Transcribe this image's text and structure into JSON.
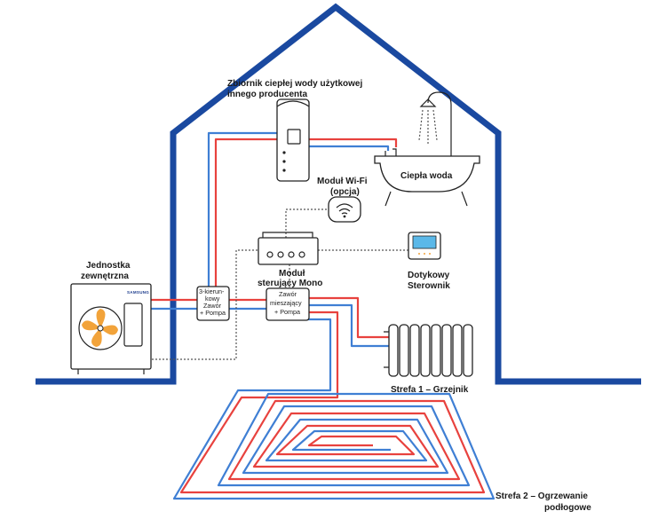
{
  "labels": {
    "tank_line1": "Zbiornik ciepłej wody użytkowej",
    "tank_line2": "innego producenta",
    "bath": "Ciepła woda",
    "wifi_line1": "Moduł Wi-Fi",
    "wifi_line2": "(opcja)",
    "outdoor_line1": "Jednostka",
    "outdoor_line2": "zewnętrzna",
    "brand": "SAMSUNG",
    "valve3_line1": "3-kierun-",
    "valve3_line2": "kowy",
    "valve3_line3": "Zawór",
    "valve3_line4": "+ Pompa",
    "control_line1": "Moduł",
    "control_line2": "sterujący Mono",
    "thermostat_line1": "Dotykowy",
    "thermostat_line2": "Sterownik",
    "mix_line1": "Zawór",
    "mix_line2": "mieszający",
    "mix_line3": "+ Pompa",
    "zone1": "Strefa 1 – Grzejnik",
    "zone2_line1": "Strefa 2 – Ogrzewanie",
    "zone2_line2": "podłogowe"
  },
  "colors": {
    "house": "#1a49a0",
    "hot_pipe": "#e8423e",
    "cold_pipe": "#3f7fd4",
    "thermostat_screen": "#5bb8e8",
    "fan": "#f2a33a"
  },
  "icons": {
    "wifi": "wifi-icon",
    "fan": "fan-icon",
    "shower": "shower-icon"
  }
}
